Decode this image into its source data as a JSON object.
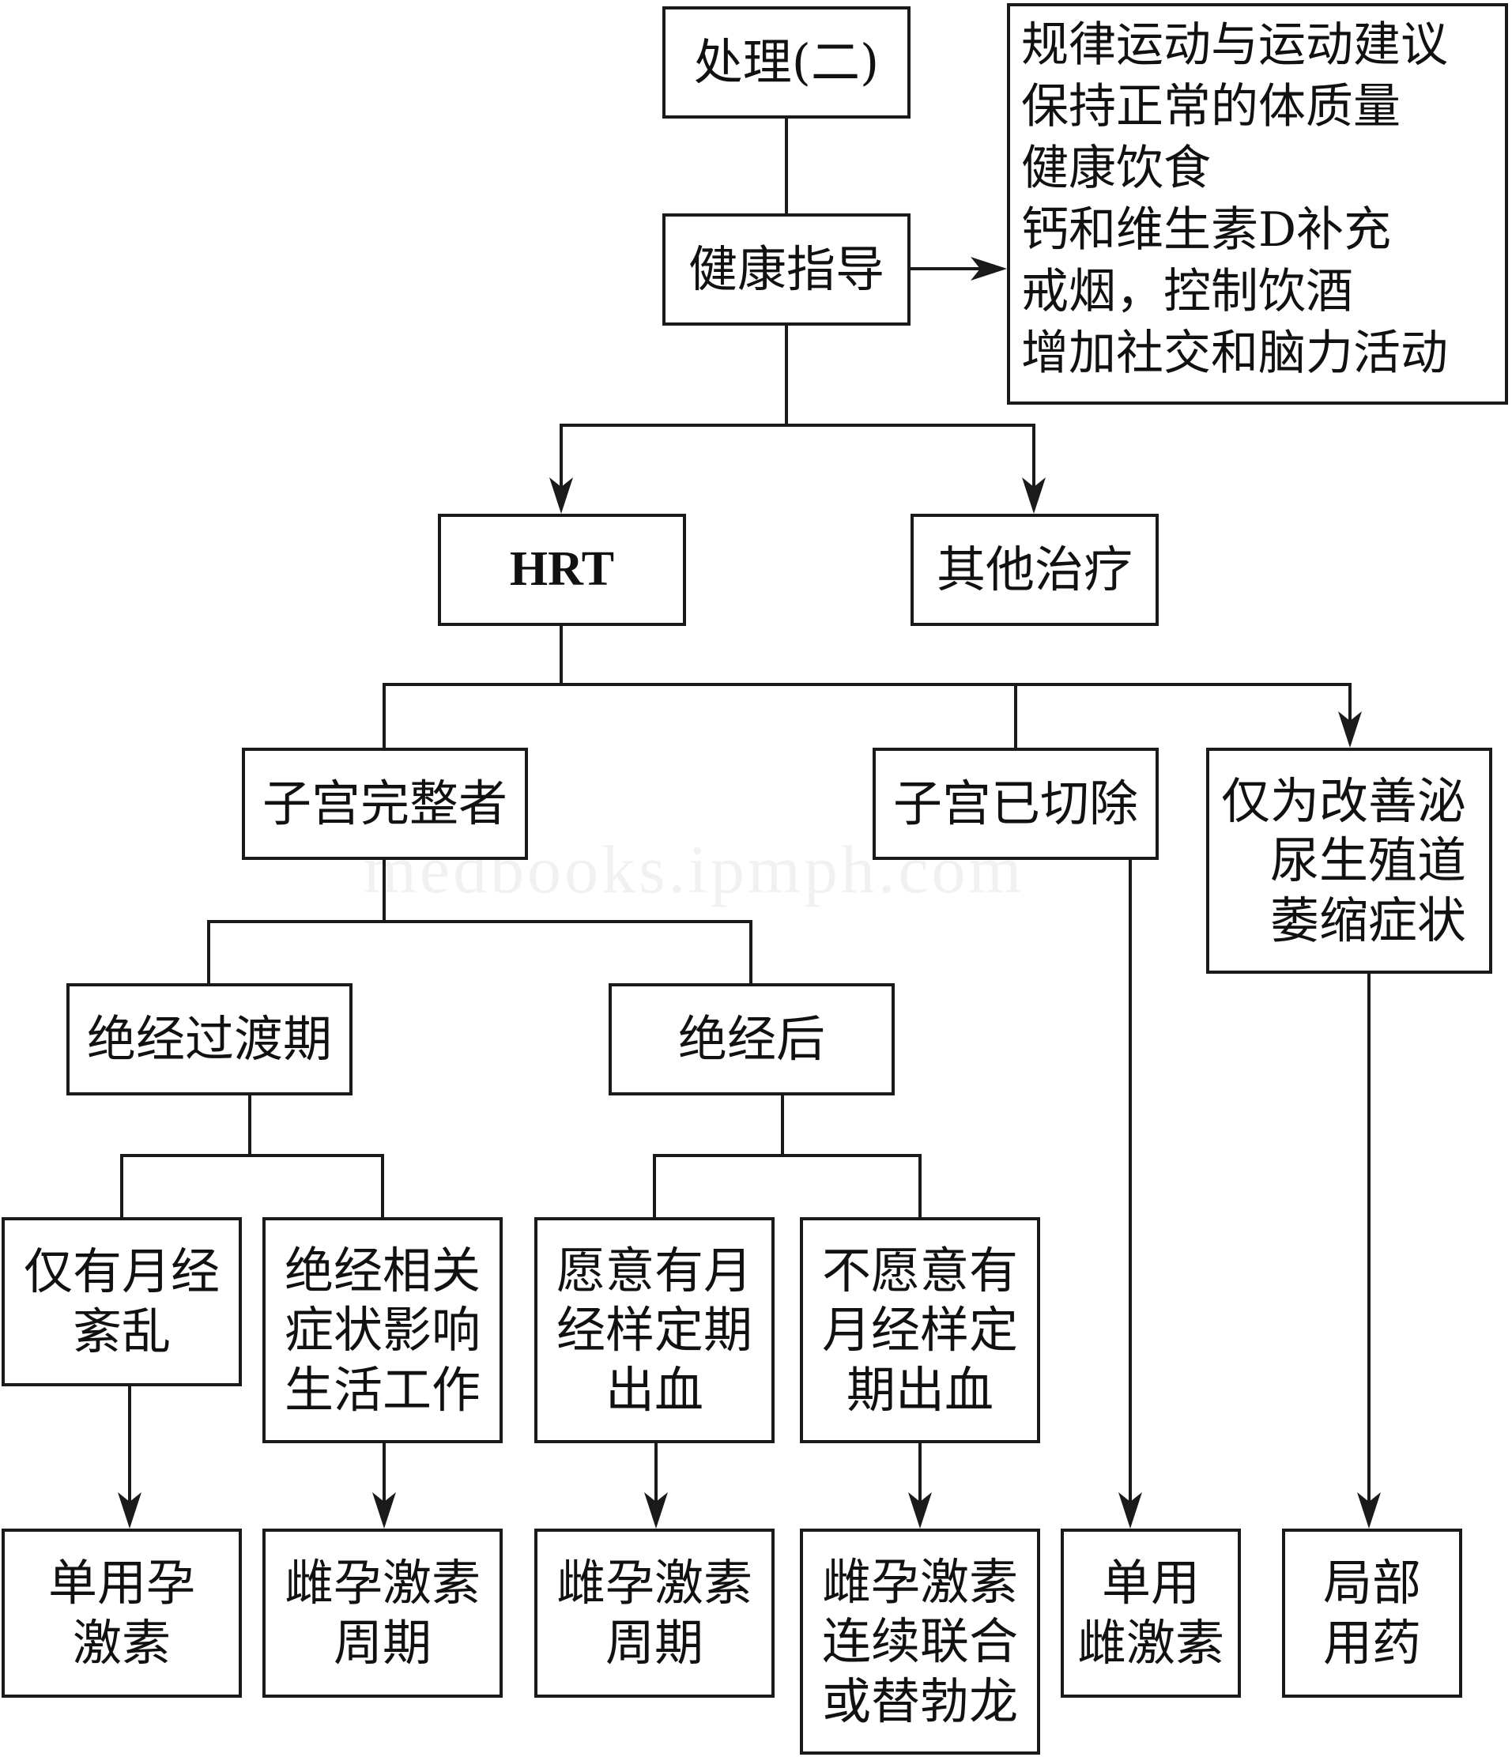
{
  "diagram": {
    "nodes": {
      "treatment": "处理(二)",
      "health_guidance": "健康指导",
      "advice_list": "规律运动与运动建议\n保持正常的体质量\n健康饮食\n钙和维生素D补充\n戒烟，控制饮酒\n增加社交和脑力活动",
      "hrt": "HRT",
      "other_treatment": "其他治疗",
      "intact_uterus": "子宫完整者",
      "hysterectomy": "子宫已切除",
      "urogenital_only": "仅为改善泌\n尿生殖道\n萎缩症状",
      "perimenopause": "绝经过渡期",
      "postmenopause": "绝经后",
      "menstrual_disorder_only": "仅有月经\n紊乱",
      "symptoms_affect_life": "绝经相关\n症状影响\n生活工作",
      "want_bleeding": "愿意有月\n经样定期\n出血",
      "not_want_bleeding": "不愿意有\n月经样定\n期出血",
      "progestogen_only": "单用孕\n激素",
      "ep_cyclic_a": "雌孕激素\n周期",
      "ep_cyclic_b": "雌孕激素\n周期",
      "ep_continuous_or_tibolone": "雌孕激素\n连续联合\n或替勃龙",
      "estrogen_only": "单用\n雌激素",
      "local_medication": "局部\n用药"
    }
  }
}
